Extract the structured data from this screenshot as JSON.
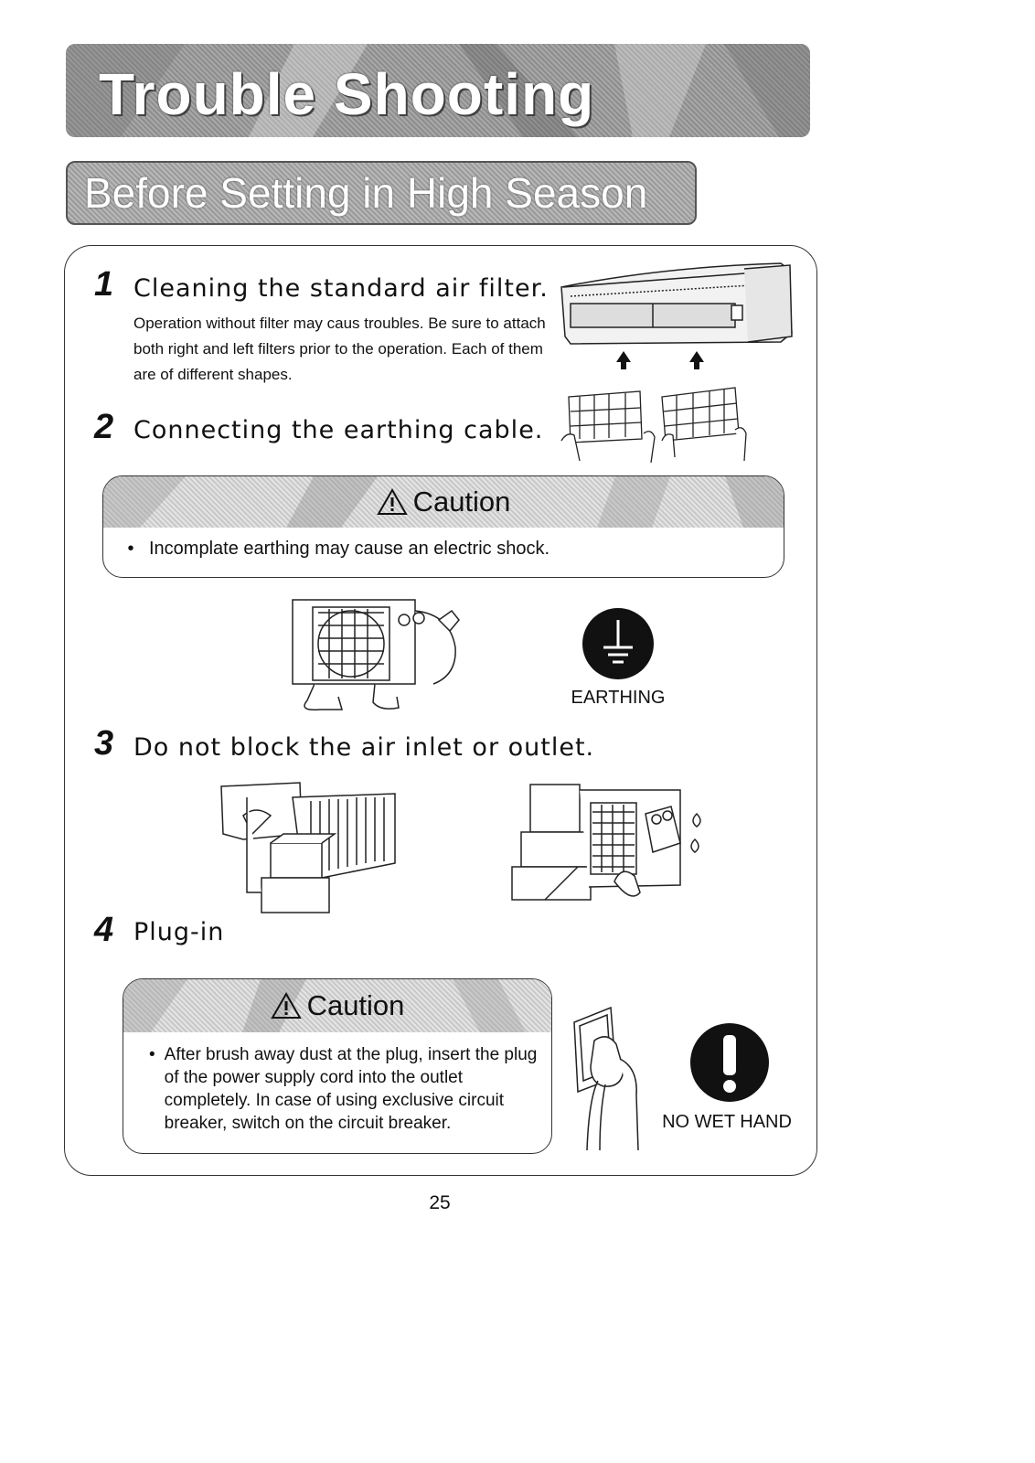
{
  "header": {
    "title": "Trouble Shooting",
    "subtitle": "Before Setting in High Season"
  },
  "steps": [
    {
      "number": "1",
      "heading": "Cleaning the standard air filter.",
      "text": "Operation  without  filter  may  caus  troubles. Be sure to attach both right and left filters prior to the operation. Each of them are of different shapes."
    },
    {
      "number": "2",
      "heading": "Connecting the earthing cable."
    },
    {
      "number": "3",
      "heading": "Do not block the air inlet or outlet."
    },
    {
      "number": "4",
      "heading": "Plug-in"
    }
  ],
  "caution1": {
    "title": "Caution",
    "bullet": "Incomplate earthing may cause an electric shock."
  },
  "caution2": {
    "title": "Caution",
    "bullet": "After  brush  away dust at the plug, insert the plug of  the power supply cord into the outlet completely. In case of using exclusive circuit breaker, switch on the circuit breaker."
  },
  "icons": {
    "earthing": {
      "name": "earthing-symbol-icon",
      "label": "EARTHING"
    },
    "no_wet_hand": {
      "name": "exclamation-icon",
      "label": "NO WET HAND"
    }
  },
  "page_number": "25"
}
